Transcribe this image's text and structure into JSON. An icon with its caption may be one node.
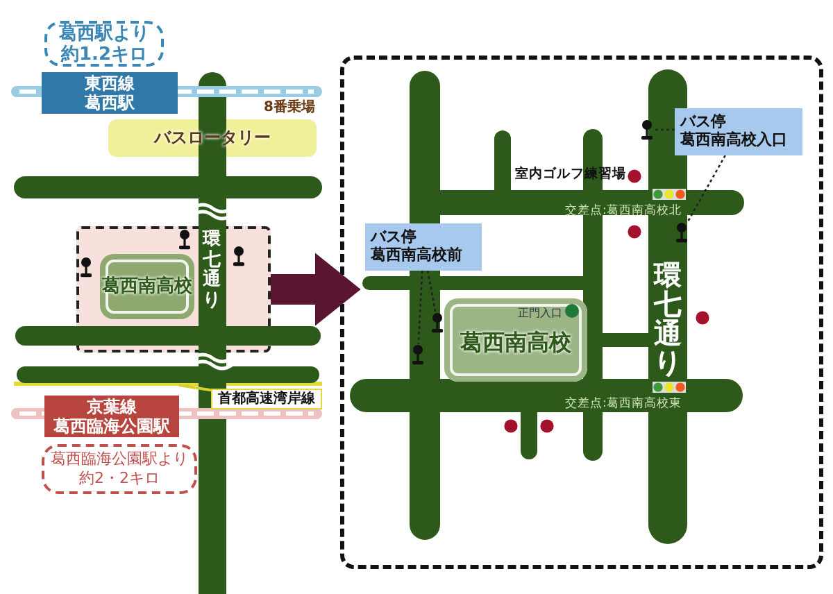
{
  "diagram": {
    "nodes": [
      {
        "text": [
          "葛西駅より約1.2キロ"
        ]
      },
      {
        "text": [
          "東西線",
          "葛西駅"
        ]
      },
      {
        "text": [
          "バスロータリー"
        ],
        "beside": [
          "8番乗場"
        ]
      },
      {
        "text": [],
        "shape": "box"
      },
      {
        "text": [
          "葛西南高校"
        ],
        "in": 3
      },
      {
        "text": [],
        "shape": "box"
      },
      {
        "text": [
          "バス停",
          "葛西南高校入口"
        ],
        "in": 5
      },
      {
        "text": [],
        "shape": "picture",
        "in": 5
      },
      {
        "text": [],
        "shape": "picture",
        "in": 5
      },
      {
        "text": [
          "バス停",
          "葛西南高校前"
        ],
        "in": 5
      },
      {
        "text": [],
        "shape": "picture",
        "in": 5
      },
      {
        "text": [],
        "shape": "picture",
        "in": 5
      },
      {
        "text": [
          "正門入口",
          "葛西南高校"
        ],
        "in": 5
      },
      {
        "text": [
          "首都高速湾岸線"
        ]
      },
      {
        "text": [
          "京葉線",
          "葛西臨海公園駅"
        ]
      },
      {
        "text": [
          "葛西臨海公園駅より約2・2キロ"
        ]
      },
      {
        "text": [],
        "shape": "bar"
      }
    ],
    "edges": [
      {
        "from": 3,
        "to": 5,
        "arrow": "to",
        "style": "thick",
        "color": "#5a1530"
      },
      {
        "from": 6,
        "to": 7,
        "arrow": "none",
        "style": "dashed"
      },
      {
        "from": 6,
        "to": 8,
        "arrow": "none",
        "style": "dashed"
      },
      {
        "from": 9,
        "to": 10,
        "arrow": "none",
        "style": "dashed"
      },
      {
        "from": 9,
        "to": 11,
        "arrow": "none",
        "style": "dashed"
      },
      {
        "from": 13,
        "to": 16,
        "arrow": "none",
        "color": "#d9cf2a"
      }
    ],
    "labels": [
      "環七通り",
      "室内ゴルフ練習場",
      "交差点:葛西南高校北",
      "環七通り",
      "交差点:葛西南高校東"
    ]
  }
}
